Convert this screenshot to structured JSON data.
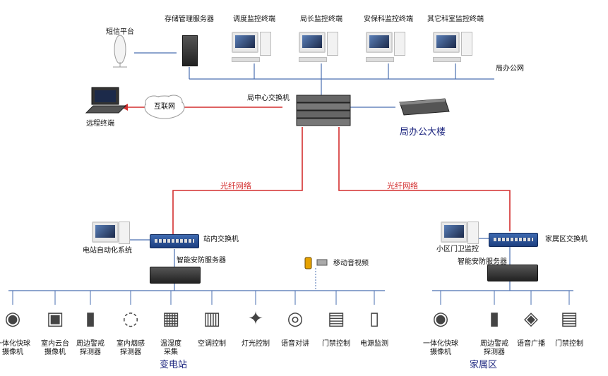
{
  "top": {
    "sms_platform": "短信平台",
    "storage_server": "存储管理服务器",
    "dispatch_terminal": "调度监控终端",
    "director_terminal": "局长监控终端",
    "security_terminal": "安保科监控终端",
    "other_terminal": "其它科室监控终端",
    "office_network": "局办公网",
    "internet": "互联网",
    "remote_terminal": "远程终端",
    "core_switch": "局中心交换机",
    "building": "局办公大楼"
  },
  "fiber": {
    "left": "光纤网络",
    "right": "光纤网络"
  },
  "substation": {
    "title": "变电站",
    "auto_system": "电站自动化系统",
    "switch": "站内交换机",
    "server": "智能安防服务器",
    "mobile_video": "移动音视频",
    "items": [
      {
        "l1": "一体化快球",
        "l2": "摄像机"
      },
      {
        "l1": "室内云台",
        "l2": "摄像机"
      },
      {
        "l1": "周边警戒",
        "l2": "探测器"
      },
      {
        "l1": "室内烟感",
        "l2": "探测器"
      },
      {
        "l1": "温湿度",
        "l2": "采集"
      },
      {
        "l1": "空调控制",
        "l2": ""
      },
      {
        "l1": "灯光控制",
        "l2": ""
      },
      {
        "l1": "语音对讲",
        "l2": ""
      },
      {
        "l1": "门禁控制",
        "l2": ""
      },
      {
        "l1": "电源监测",
        "l2": ""
      }
    ]
  },
  "residential": {
    "title": "家属区",
    "gate_monitor": "小区门卫监控",
    "switch": "家属区交换机",
    "server": "智能安防服务器",
    "items": [
      {
        "l1": "一体化快球",
        "l2": "摄像机"
      },
      {
        "l1": "周边警戒",
        "l2": "探测器"
      },
      {
        "l1": "语音广播",
        "l2": ""
      },
      {
        "l1": "门禁控制",
        "l2": ""
      }
    ]
  },
  "colors": {
    "fiber": "#d32f2f",
    "lan": "#4a6fb0",
    "title": "#1a237e"
  }
}
